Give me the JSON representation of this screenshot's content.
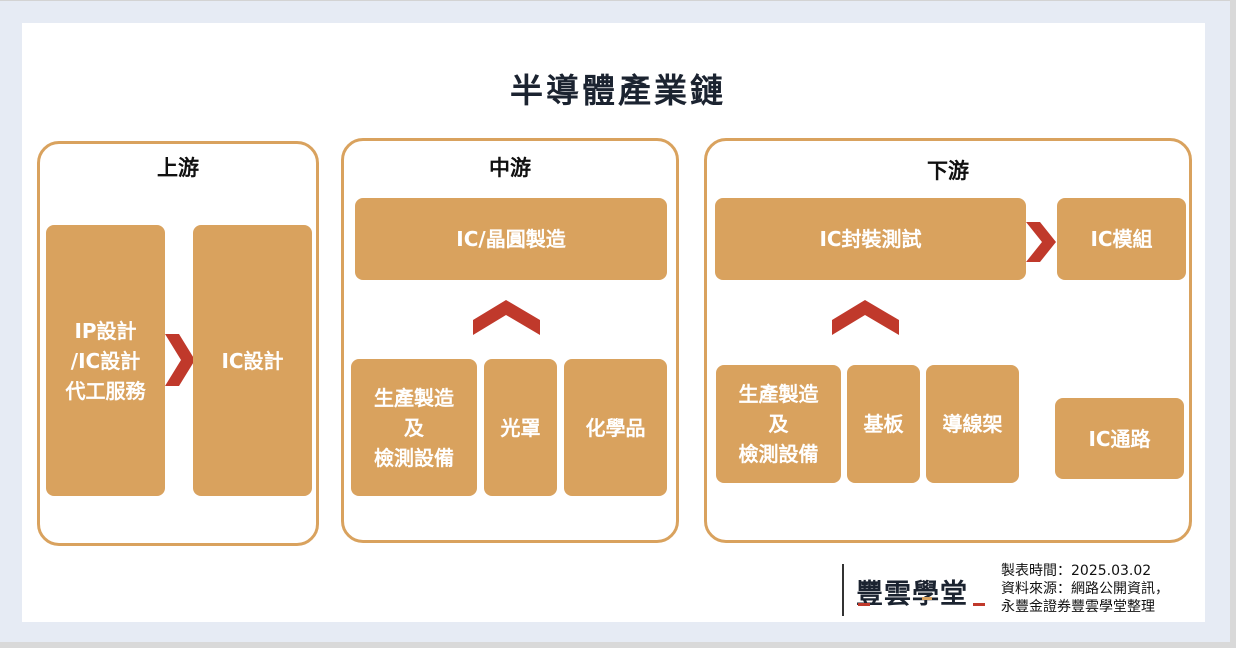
{
  "title": "半導體產業鏈",
  "colors": {
    "box_fill": "#d9a25e",
    "panel_border": "#d9a25e",
    "arrow": "#c0392b",
    "title_text": "#1b2330"
  },
  "upstream": {
    "label": "上游",
    "boxes": [
      {
        "lines": [
          "IP設計",
          "/IC設計",
          "代工服務"
        ]
      },
      {
        "lines": [
          "IC設計"
        ]
      }
    ]
  },
  "midstream": {
    "label": "中游",
    "main_box": "IC/晶圓製造",
    "suppliers": [
      {
        "lines": [
          "生產製造",
          "及",
          "檢測設備"
        ]
      },
      {
        "lines": [
          "光罩"
        ]
      },
      {
        "lines": [
          "化學品"
        ]
      }
    ]
  },
  "downstream": {
    "label": "下游",
    "main_box": "IC封裝測試",
    "module_box": "IC模組",
    "channel_box": "IC通路",
    "suppliers": [
      {
        "lines": [
          "生產製造",
          "及",
          "檢測設備"
        ]
      },
      {
        "lines": [
          "基板"
        ]
      },
      {
        "lines": [
          "導線架"
        ]
      }
    ]
  },
  "footer": {
    "logo": "豐雲學堂",
    "date_line": "製表時間：2025.03.02",
    "source_line1": "資料來源：網路公開資訊，",
    "source_line2": "永豐金證券豐雲學堂整理"
  }
}
